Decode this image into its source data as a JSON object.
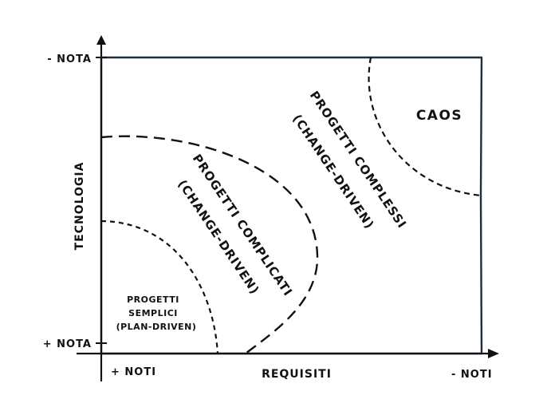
{
  "axes": {
    "y_label": "TECNOLOGIA",
    "x_label": "REQUISITI",
    "y_top": "- NOTA",
    "y_bottom": "+ NOTA",
    "x_left": "+ NOTI",
    "x_right": "- NOTI"
  },
  "regions": {
    "simple": {
      "line1": "PROGETTI",
      "line2": "SEMPLICI",
      "line3": "(PLAN-DRIVEN)"
    },
    "complicated": {
      "line1": "PROGETTI COMPLICATI",
      "line2": "(CHANGE-DRIVEN)"
    },
    "complex": {
      "line1": "PROGETTI COMPLESSI",
      "line2": "(CHANGE-DRIVEN)"
    },
    "chaos": {
      "label": "CAOS"
    }
  },
  "colors": {
    "ink": "#111111",
    "frame": "#1e2e3a"
  }
}
